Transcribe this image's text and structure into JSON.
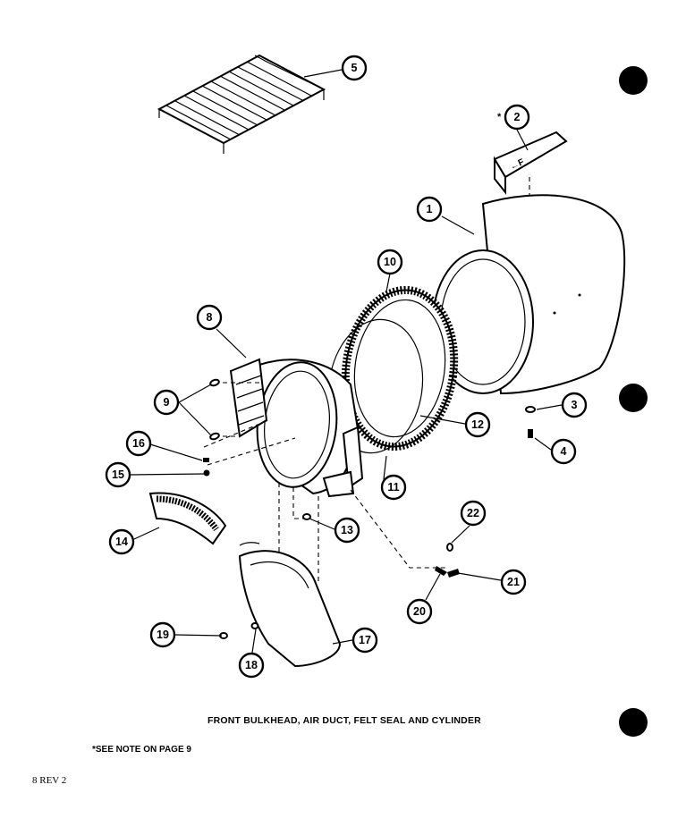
{
  "caption": "FRONT BULKHEAD, AIR DUCT, FELT SEAL AND CYLINDER",
  "note": "*SEE NOTE ON PAGE 9",
  "page_number": "8 REV 2",
  "part_marking": "←F",
  "asterisk": "*",
  "callouts": [
    "1",
    "2",
    "3",
    "4",
    "5",
    "8",
    "9",
    "10",
    "11",
    "12",
    "13",
    "14",
    "15",
    "16",
    "17",
    "18",
    "19",
    "20",
    "21",
    "22"
  ]
}
